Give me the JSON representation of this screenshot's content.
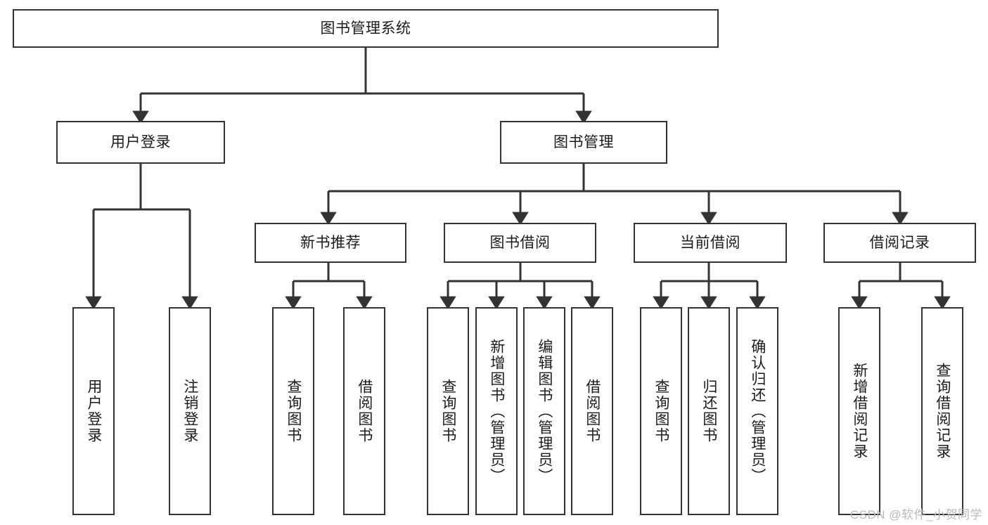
{
  "diagram": {
    "type": "tree",
    "title": "图书管理系统",
    "style": {
      "box_border_color": "#333333",
      "box_fill_color": "#ffffff",
      "line_color": "#333333",
      "text_color": "#1b1b1b",
      "background": "#ffffff"
    },
    "nodes": {
      "root": {
        "label": "图书管理系统"
      },
      "level2": [
        {
          "label": "用户登录"
        },
        {
          "label": "图书管理"
        }
      ],
      "level3": [
        {
          "label": "新书推荐"
        },
        {
          "label": "图书借阅"
        },
        {
          "label": "当前借阅"
        },
        {
          "label": "借阅记录"
        }
      ],
      "leaves": {
        "user_login": [
          {
            "label": "用户登录"
          },
          {
            "label": "注销登录"
          }
        ],
        "new_book_recommend": [
          {
            "label": "查询图书"
          },
          {
            "label": "借阅图书"
          }
        ],
        "book_borrow": [
          {
            "label": "查询图书"
          },
          {
            "label": "新增图书（管理员）"
          },
          {
            "label": "编辑图书（管理员）"
          },
          {
            "label": "借阅图书"
          }
        ],
        "current_borrow": [
          {
            "label": "查询图书"
          },
          {
            "label": "归还图书"
          },
          {
            "label": "确认归还（管理员）"
          }
        ],
        "borrow_record": [
          {
            "label": "新增借阅记录"
          },
          {
            "label": "查询借阅记录"
          }
        ]
      }
    }
  },
  "watermark": {
    "text": "CSDN @软件_小贺同学"
  }
}
